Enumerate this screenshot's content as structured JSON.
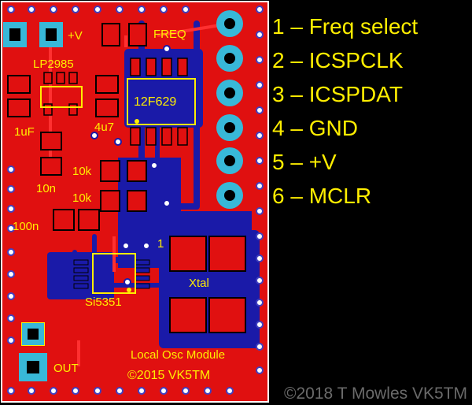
{
  "board": {
    "labels": {
      "plus_v": "+V",
      "freq": "FREQ",
      "regulator": "LP2985",
      "mcu": "12F629",
      "cap_1uf": "1uF",
      "cap_4u7": "4u7",
      "cap_10n": "10n",
      "res_10k_a": "10k",
      "res_10k_b": "10k",
      "cap_100n": "100n",
      "pin1_marker": "1",
      "clock_gen": "Si5351",
      "xtal": "Xtal",
      "out": "OUT",
      "module_title": "Local Osc Module",
      "module_copyright": "©2015 VK5TM"
    },
    "colors": {
      "background": "#000000",
      "copper_top": "#e01010",
      "copper_bottom": "#1a1aa8",
      "silkscreen": "#ffee00",
      "pad": "#38b8d8",
      "board_border": "#ffffff"
    }
  },
  "pinout": [
    "1 –  Freq select",
    "2 –  ICSPCLK",
    "3 – ICSPDAT",
    "4 – GND",
    "5 – +V",
    "6 – MCLR"
  ],
  "watermark": "©2018 T Mowles VK5TM"
}
